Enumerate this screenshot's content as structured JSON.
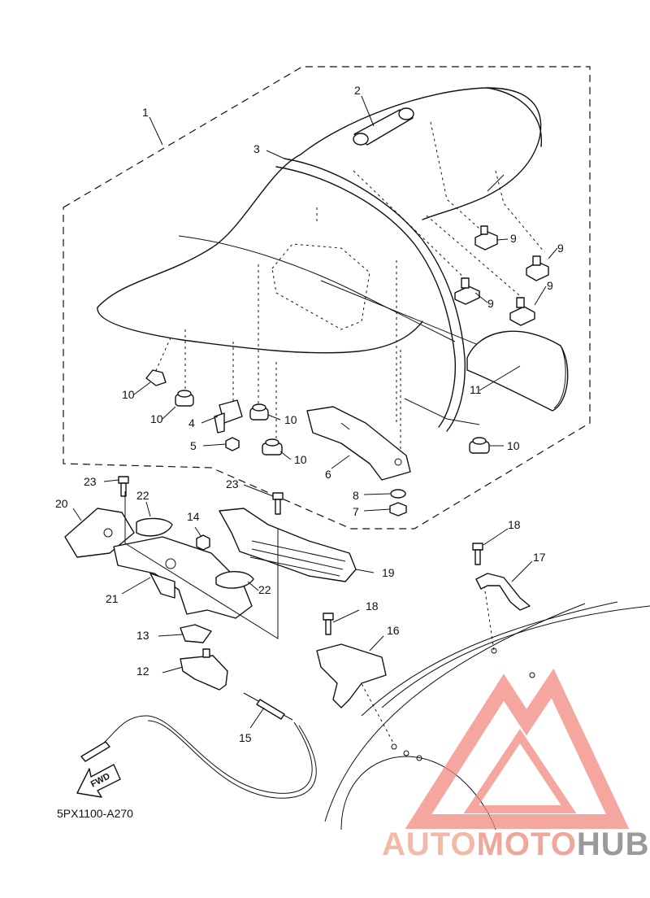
{
  "diagram": {
    "code": "5PX1100-A270",
    "fwd_label": "FWD",
    "callouts": [
      {
        "id": "c1",
        "text": "1"
      },
      {
        "id": "c2",
        "text": "2"
      },
      {
        "id": "c3",
        "text": "3"
      },
      {
        "id": "c4",
        "text": "4"
      },
      {
        "id": "c5",
        "text": "5"
      },
      {
        "id": "c6",
        "text": "6"
      },
      {
        "id": "c7",
        "text": "7"
      },
      {
        "id": "c8",
        "text": "8"
      },
      {
        "id": "c9a",
        "text": "9"
      },
      {
        "id": "c9b",
        "text": "9"
      },
      {
        "id": "c9c",
        "text": "9"
      },
      {
        "id": "c9d",
        "text": "9"
      },
      {
        "id": "c10a",
        "text": "10"
      },
      {
        "id": "c10b",
        "text": "10"
      },
      {
        "id": "c10c",
        "text": "10"
      },
      {
        "id": "c10d",
        "text": "10"
      },
      {
        "id": "c10e",
        "text": "10"
      },
      {
        "id": "c11",
        "text": "11"
      },
      {
        "id": "c12",
        "text": "12"
      },
      {
        "id": "c13",
        "text": "13"
      },
      {
        "id": "c14",
        "text": "14"
      },
      {
        "id": "c15",
        "text": "15"
      },
      {
        "id": "c16",
        "text": "16"
      },
      {
        "id": "c17",
        "text": "17"
      },
      {
        "id": "c18a",
        "text": "18"
      },
      {
        "id": "c18b",
        "text": "18"
      },
      {
        "id": "c19",
        "text": "19"
      },
      {
        "id": "c20",
        "text": "20"
      },
      {
        "id": "c21",
        "text": "21"
      },
      {
        "id": "c22a",
        "text": "22"
      },
      {
        "id": "c22b",
        "text": "22"
      },
      {
        "id": "c23a",
        "text": "23"
      },
      {
        "id": "c23b",
        "text": "23"
      }
    ]
  },
  "watermark": {
    "part1": "AUTO",
    "part2": "MOTO",
    "part3": "HUB",
    "colors": {
      "light": "#f2b9a8",
      "mid": "#f0a79b",
      "gray": "#9a9a9a",
      "logo": "#f28a80"
    }
  }
}
